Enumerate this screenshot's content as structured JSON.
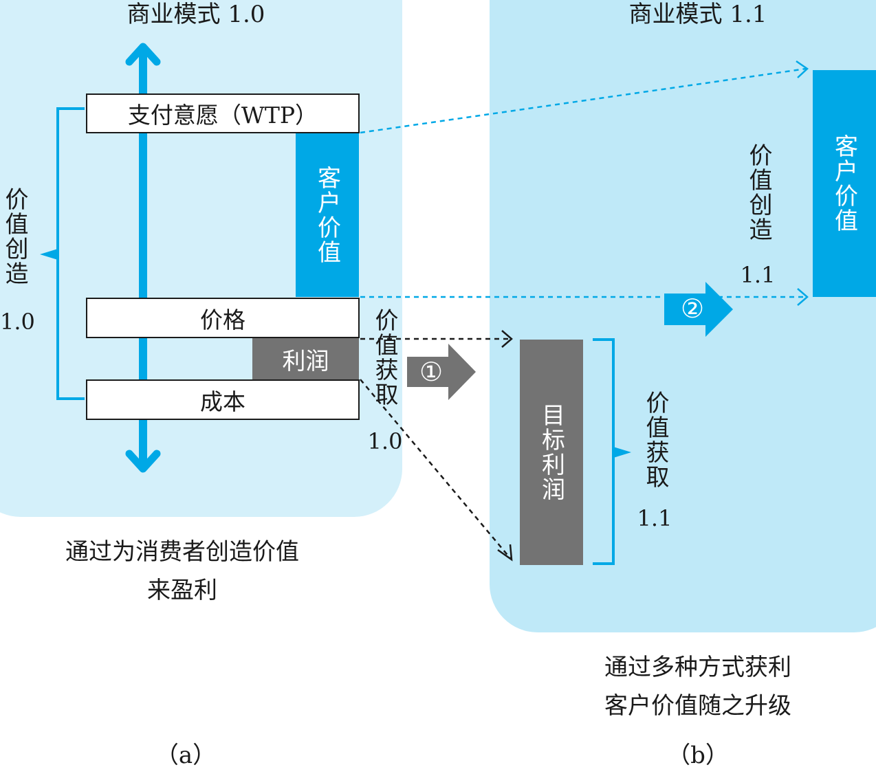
{
  "model_a": {
    "title": "商业模式 1.0",
    "wtp_label": "支付意愿（WTP）",
    "price_label": "价格",
    "profit_label": "利润",
    "cost_label": "成本",
    "customer_value_label": "客户价值",
    "value_creation_label": "价值创造",
    "value_creation_version": "1.0",
    "value_capture_label": "价值获取",
    "value_capture_version": "1.0",
    "caption_line1": "通过为消费者创造价值",
    "caption_line2": "来盈利",
    "sub_label": "（a）"
  },
  "model_b": {
    "title": "商业模式 1.1",
    "customer_value_label": "客户价值",
    "value_creation_label": "价值创造",
    "value_creation_version": "1.1",
    "target_profit_label": "目标利润",
    "value_capture_label": "价值获取",
    "value_capture_version": "1.1",
    "caption_line1": "通过多种方式获利",
    "caption_line2": "客户价值随之升级",
    "sub_label": "（b）"
  },
  "markers": {
    "step1": "①",
    "step2": "②"
  },
  "colors": {
    "panel_a": "#d4f0fa",
    "panel_b": "#bfe9f8",
    "accent_blue": "#00a8e6",
    "gray": "#737373"
  }
}
